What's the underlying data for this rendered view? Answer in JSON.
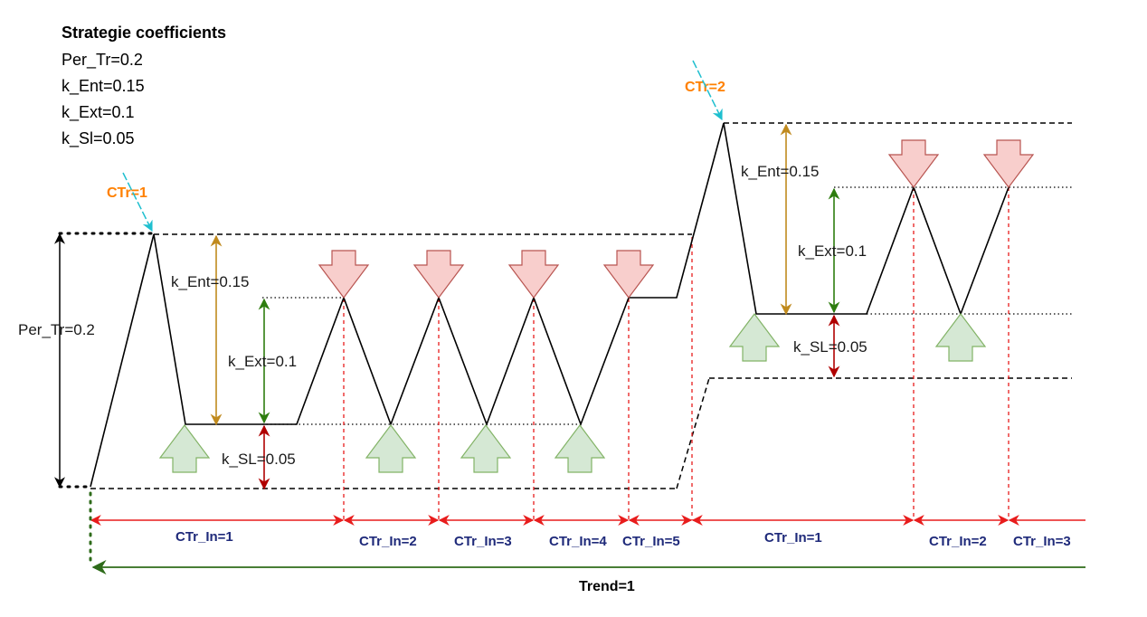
{
  "coefficients": {
    "heading": "Strategie coefficients",
    "items": [
      "Per_Tr=0.2",
      "k_Ent=0.15",
      "k_Ext=0.1",
      "k_Sl=0.05"
    ]
  },
  "labels": {
    "ctr1": "CTr=1",
    "ctr2": "CTr=2",
    "per_tr": "Per_Tr=0.2",
    "k_ent_left": "k_Ent=0.15",
    "k_ext_left": "k_Ext=0.1",
    "k_sl_left": "k_SL=0.05",
    "k_ent_right": "k_Ent=0.15",
    "k_ext_right": "k_Ext=0.1",
    "k_sl_right": "k_SL=0.05",
    "trend": "Trend=1"
  },
  "ctr_in_labels": [
    "CTr_In=1",
    "CTr_In=2",
    "CTr_In=3",
    "CTr_In=4",
    "CTr_In=5",
    "CTr_In=1",
    "CTr_In=2",
    "CTr_In=3"
  ],
  "colors": {
    "price_line": "#000000",
    "k_ent": "#c08a1e",
    "k_ext": "#2e7d0f",
    "k_sl": "#b00000",
    "ctr_label": "#ff8000",
    "ctr_pointer": "#1fbfcf",
    "ctr_in_line": "#e81c1c",
    "ctr_in_text": "#1f2a7a",
    "trend_line": "#2e6b1a",
    "sell_arrow_fill": "#f8cecc",
    "sell_arrow_stroke": "#b85450",
    "buy_arrow_fill": "#d5e8d4",
    "buy_arrow_stroke": "#82b366"
  },
  "icons": {
    "sell": "down-arrow-icon",
    "buy": "up-arrow-icon"
  }
}
